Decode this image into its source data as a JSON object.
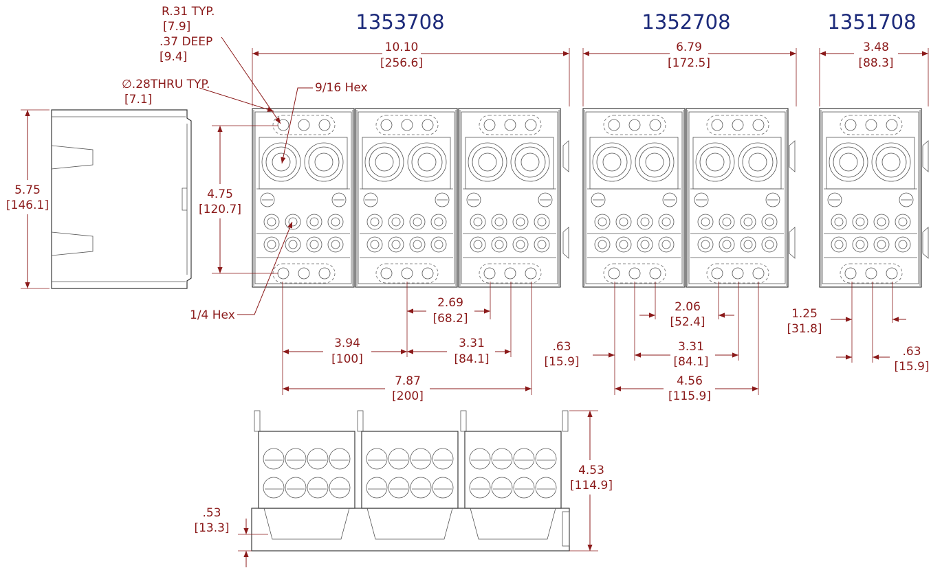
{
  "models": [
    "1353708",
    "1352708",
    "1351708"
  ],
  "callouts": {
    "radius": "R.31  TYP.",
    "radius_mm": "[7.9]",
    "depth": ".37 DEEP",
    "depth_mm": "[9.4]",
    "hole": "∅.28THRU TYP.",
    "hole_mm": "[7.1]",
    "hex_large": "9/16 Hex",
    "hex_small": "1/4 Hex"
  },
  "dims": {
    "w_1353": [
      "10.10",
      "[256.6]"
    ],
    "w_1352": [
      "6.79",
      "[172.5]"
    ],
    "w_1351": [
      "3.48",
      "[88.3]"
    ],
    "h_overall": [
      "5.75",
      "[146.1]"
    ],
    "h_mount": [
      "4.75",
      "[120.7]"
    ],
    "p_269": [
      "2.69",
      "[68.2]"
    ],
    "p_394": [
      "3.94",
      "[100]"
    ],
    "p_331a": [
      "3.31",
      "[84.1]"
    ],
    "p_787": [
      "7.87",
      "[200]"
    ],
    "p_063a": [
      ".63",
      "[15.9]"
    ],
    "p_206": [
      "2.06",
      "[52.4]"
    ],
    "p_331b": [
      "3.31",
      "[84.1]"
    ],
    "p_456": [
      "4.56",
      "[115.9]"
    ],
    "p_125": [
      "1.25",
      "[31.8]"
    ],
    "p_063b": [
      ".63",
      "[15.9]"
    ],
    "depth_453": [
      "4.53",
      "[114.9]"
    ],
    "base_053": [
      ".53",
      "[13.3]"
    ]
  }
}
